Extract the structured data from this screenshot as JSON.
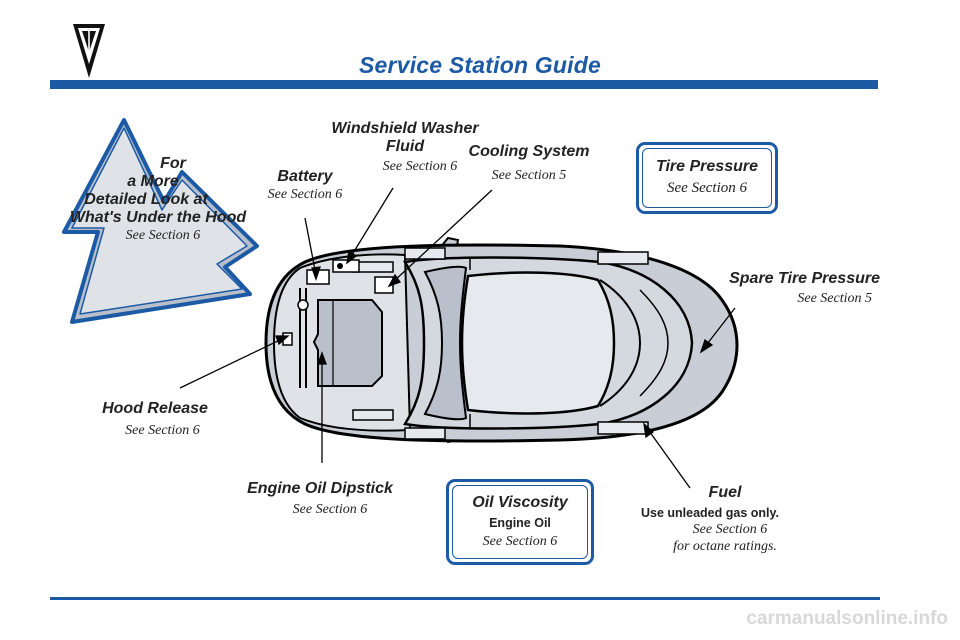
{
  "header": {
    "title": "Service Station Guide",
    "logo_icon": "pontiac-arrowhead-icon",
    "accent_color": "#1c5aa6"
  },
  "callout": {
    "line1": "For",
    "line2": "a More",
    "line3": "Detailed Look at",
    "line4": "What's Under the Hood",
    "ref": "See Section 6"
  },
  "labels": {
    "battery": {
      "title": "Battery",
      "ref": "See Section 6"
    },
    "washer": {
      "title_line1": "Windshield Washer",
      "title_line2": "Fluid",
      "ref": "See Section 6"
    },
    "cooling": {
      "title": "Cooling System",
      "ref": "See Section 5"
    },
    "spare": {
      "title": "Spare Tire Pressure",
      "ref": "See Section 5"
    },
    "hood": {
      "title": "Hood Release",
      "ref": "See Section 6"
    },
    "dipstick": {
      "title": "Engine Oil Dipstick",
      "ref": "See Section 6"
    },
    "fuel": {
      "title": "Fuel",
      "note": "Use unleaded gas only.",
      "ref": "See Section 6",
      "ref2": "for octane ratings."
    }
  },
  "boxes": {
    "tire": {
      "title": "Tire Pressure",
      "ref": "See Section 6"
    },
    "oil": {
      "title": "Oil Viscosity",
      "sub": "Engine Oil",
      "ref": "See Section 6"
    }
  },
  "watermark": "carmanualsonline.info"
}
